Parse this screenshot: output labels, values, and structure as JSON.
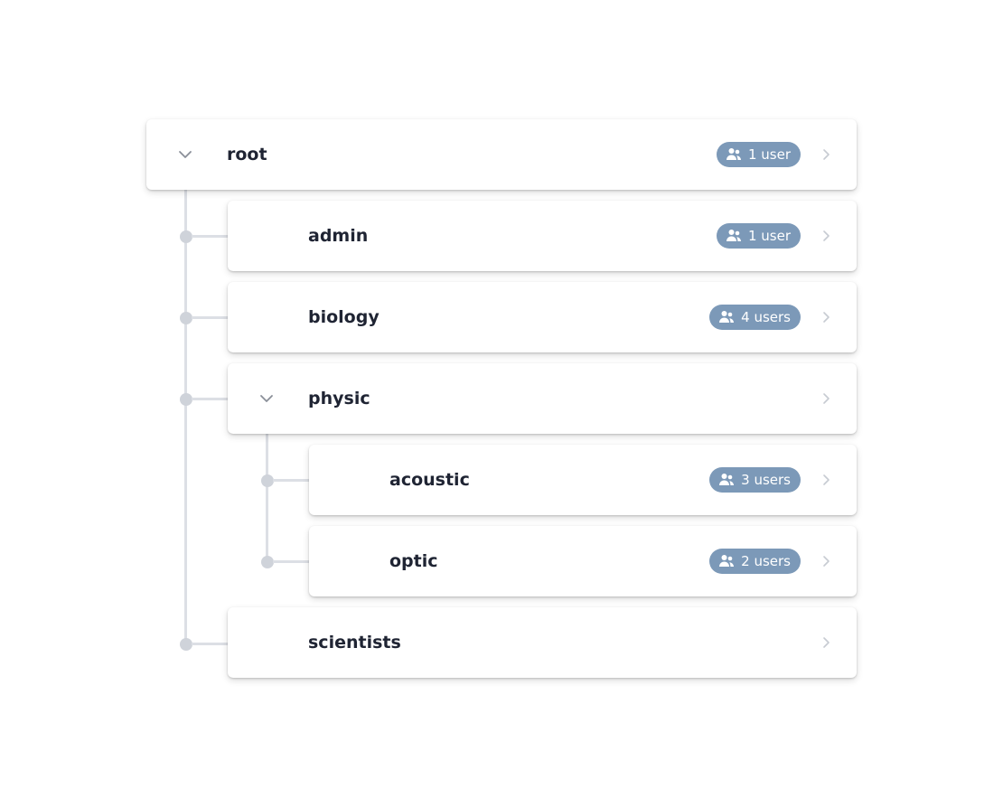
{
  "colors": {
    "badge_background": "#7c99b8",
    "badge_text": "#ffffff",
    "label_text": "#1f2433",
    "connector": "#dcdfe5",
    "chevron": "#c7cbd2",
    "toggle": "#8a8f99"
  },
  "icons": {
    "toggle": "chevron-down-icon",
    "row_action": "chevron-right-icon",
    "badge": "users-icon"
  },
  "tree": {
    "nodes": [
      {
        "label": "root",
        "badge": "1 user",
        "expanded": true
      },
      {
        "label": "admin",
        "badge": "1 user"
      },
      {
        "label": "biology",
        "badge": "4 users"
      },
      {
        "label": "physic",
        "badge": "",
        "expanded": true
      },
      {
        "label": "acoustic",
        "badge": "3 users"
      },
      {
        "label": "optic",
        "badge": "2 users"
      },
      {
        "label": "scientists",
        "badge": ""
      }
    ]
  }
}
